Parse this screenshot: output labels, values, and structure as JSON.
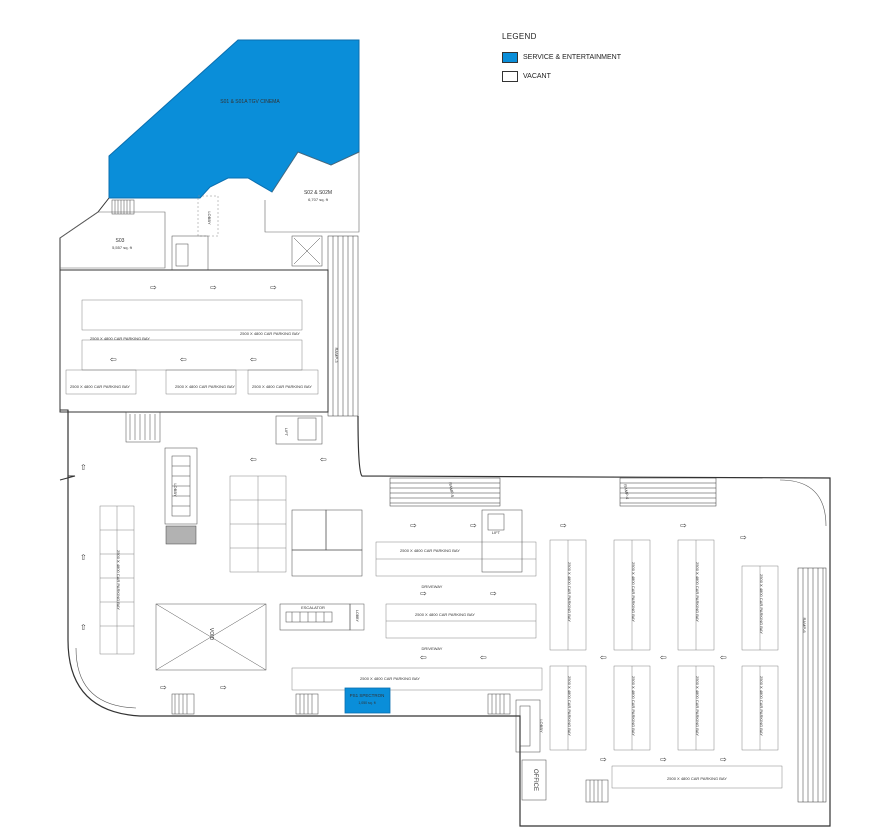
{
  "legend": {
    "title": "LEGEND",
    "items": [
      {
        "label": "SERVICE & ENTERTAINMENT",
        "color": "#0a8ed9"
      },
      {
        "label": "VACANT",
        "color": "#ffffff"
      }
    ]
  },
  "units": {
    "s01": {
      "name": "S01 & S01A TGV CINEMA"
    },
    "s02": {
      "name": "S02 & S02M",
      "area": "6,707 sq. ft"
    },
    "s03": {
      "name": "S03",
      "area": "5,557 sq. ft"
    },
    "ps1": {
      "name": "PS1 SPECTRON",
      "area": "1,050 sq. ft"
    }
  },
  "labels": {
    "lobby": "LOBBY",
    "lifts": "LIFT",
    "escalator": "ESCALATOR",
    "office": "OFFICE",
    "ramp3": "RAMP-3",
    "ramp4": "RAMP-4",
    "ramp5": "RAMP-5",
    "ramp6": "RAMP-6",
    "parking": "2500 X 4800 CAR PARKING BAY",
    "driveway": "DRIVEWAY",
    "void": "VOID"
  }
}
